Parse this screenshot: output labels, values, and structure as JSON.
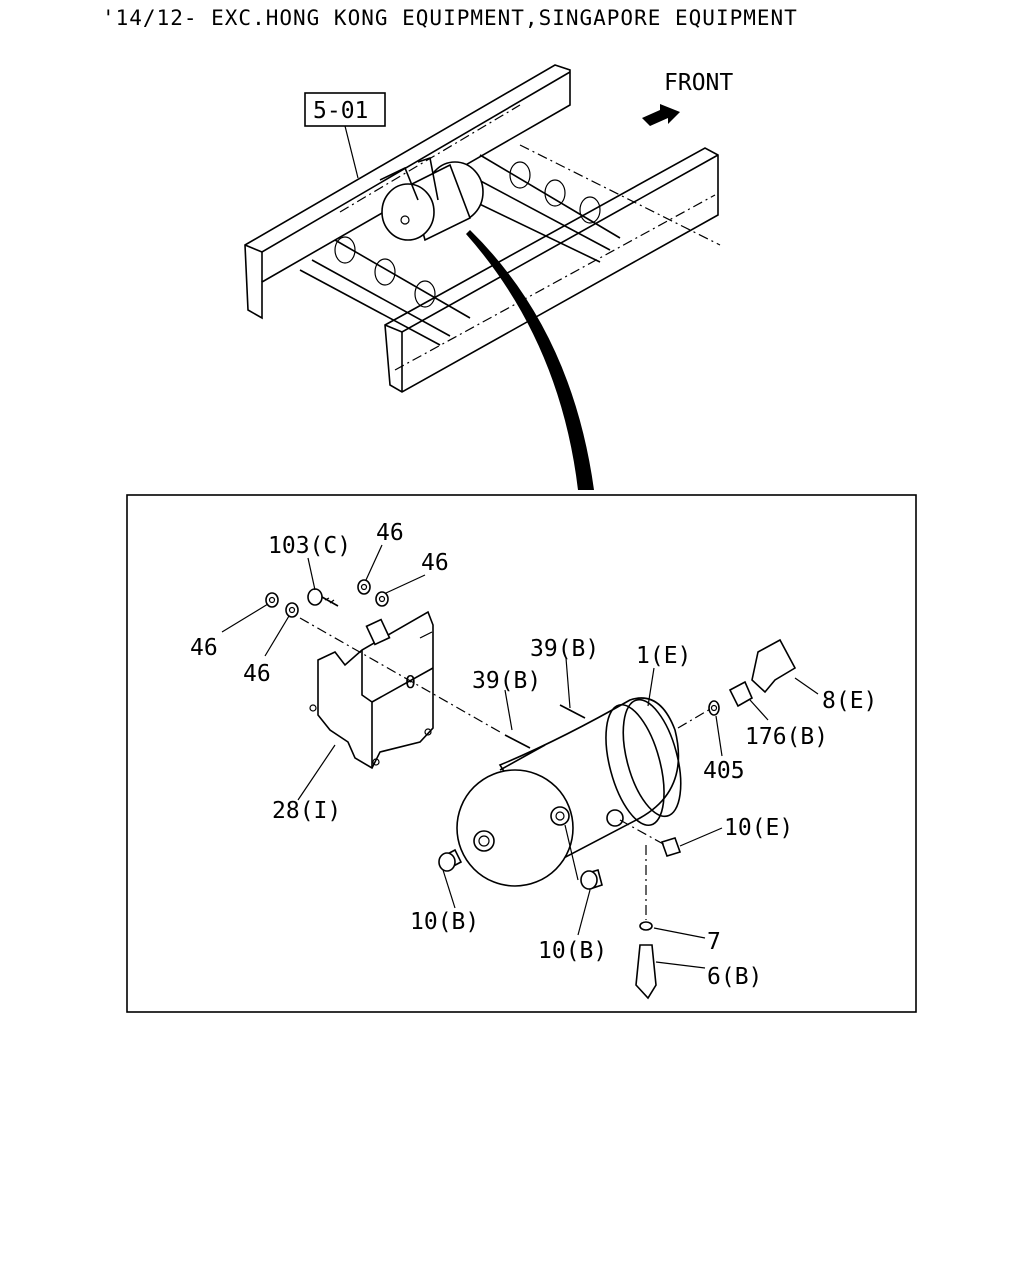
{
  "header": {
    "applicability": "'14/12- EXC.HONG KONG EQUIPMENT,SINGAPORE EQUIPMENT"
  },
  "overview": {
    "reference_box": "5-01",
    "direction_label": "FRONT"
  },
  "detail": {
    "callouts": [
      {
        "id": "c-103c",
        "text": "103(C)"
      },
      {
        "id": "c-46a",
        "text": "46"
      },
      {
        "id": "c-46b",
        "text": "46"
      },
      {
        "id": "c-46c",
        "text": "46"
      },
      {
        "id": "c-46d",
        "text": "46"
      },
      {
        "id": "c-39b-1",
        "text": "39(B)"
      },
      {
        "id": "c-39b-2",
        "text": "39(B)"
      },
      {
        "id": "c-1e",
        "text": "1(E)"
      },
      {
        "id": "c-8e",
        "text": "8(E)"
      },
      {
        "id": "c-176b",
        "text": "176(B)"
      },
      {
        "id": "c-405",
        "text": "405"
      },
      {
        "id": "c-28i",
        "text": "28(I)"
      },
      {
        "id": "c-10e",
        "text": "10(E)"
      },
      {
        "id": "c-10b-1",
        "text": "10(B)"
      },
      {
        "id": "c-10b-2",
        "text": "10(B)"
      },
      {
        "id": "c-7",
        "text": "7"
      },
      {
        "id": "c-6b",
        "text": "6(B)"
      }
    ]
  }
}
